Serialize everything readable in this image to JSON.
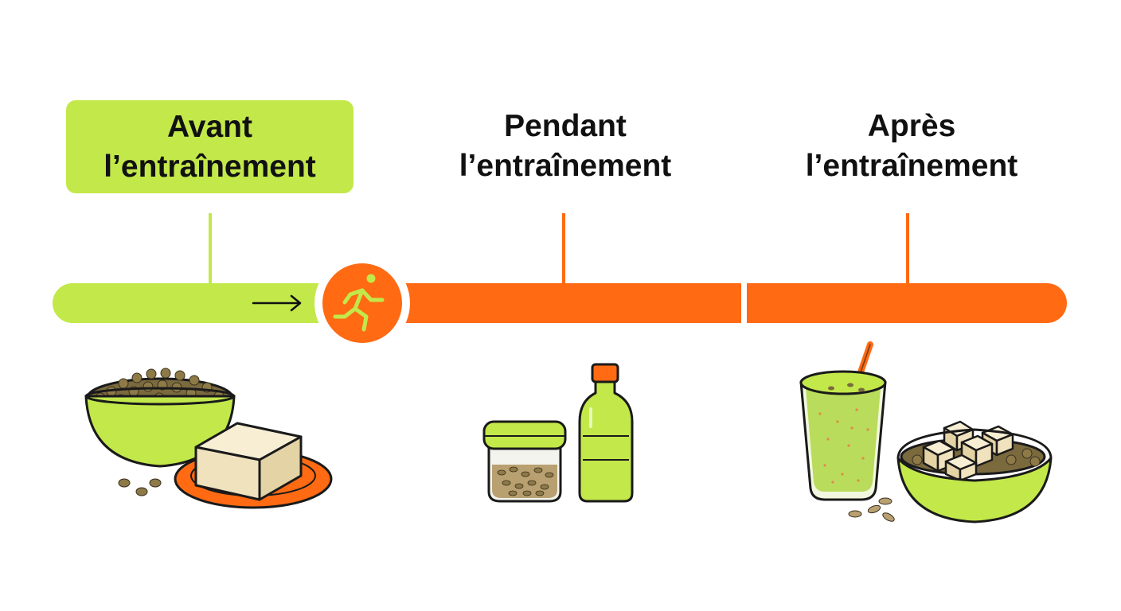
{
  "phases": [
    {
      "line1": "Avant",
      "line2": "l’entraînement",
      "highlighted": true
    },
    {
      "line1": "Pendant",
      "line2": "l’entraînement",
      "highlighted": false
    },
    {
      "line1": "Après",
      "line2": "l’entraînement",
      "highlighted": false
    }
  ],
  "colors": {
    "lime": "#c3e84a",
    "orange": "#ff6a13",
    "text": "#111111",
    "lentil": "#7a6a3e",
    "tofu": "#f4eacc"
  },
  "icons": {
    "timeline_marker": "running-person-icon",
    "arrow": "arrow-right-icon",
    "before_food": [
      "lentil-bowl-icon",
      "tofu-block-icon"
    ],
    "during_food": [
      "seed-jar-icon",
      "water-bottle-icon"
    ],
    "after_food": [
      "smoothie-glass-icon",
      "tofu-lentil-bowl-icon"
    ]
  }
}
